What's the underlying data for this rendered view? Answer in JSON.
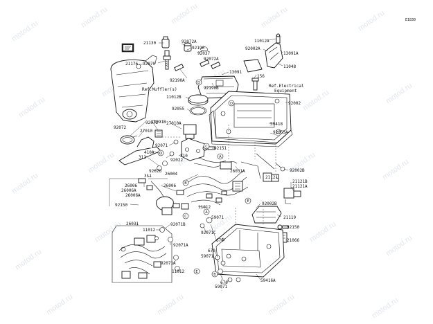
{
  "diagram": {
    "code": "E1830",
    "watermarks": [
      "motod.ru",
      "motod.ru",
      "motod.ru",
      "motod.ru",
      "motod.ru",
      "motod.ru",
      "motod.ru",
      "motod.ru",
      "motod.ru",
      "motod.ru",
      "motod.ru",
      "motod.ru",
      "motod.ru",
      "motod.ru",
      "motod.ru",
      "motod.ru",
      "motod.ru",
      "motod.ru",
      "motod.ru",
      "motod.ru",
      "motod.ru",
      "motod.ru",
      "motod.ru",
      "motod.ru"
    ],
    "refs": {
      "muffler": "Ref.Muffler(s)",
      "electrical_1": "Ref.Electrical",
      "electrical_2": "Equipment"
    },
    "labels": {
      "p21130": "21130",
      "p92072A_a": "92072A",
      "p92190": "92190",
      "p92037": "92037",
      "p92072A_b": "92072A",
      "p92070": "92070",
      "p21176": "21176",
      "p92190A": "92190A",
      "p92190B": "92190B",
      "p13091": "13091",
      "p11012A": "11012A",
      "p92002A": "92002A",
      "p13091A": "13091A",
      "p11048": "11048",
      "p156": "156",
      "p11012B": "11012B",
      "p92055": "92055",
      "p92002": "92002",
      "p92072": "92072",
      "p27010": "27010",
      "p13091B": "13091B",
      "p27010A": "27010A",
      "p92071": "92071",
      "p59418": "59418",
      "p92055A": "92055A",
      "p410A": "410A",
      "p311": "311",
      "p92022": "92022",
      "p410": "410",
      "p92151": "92151",
      "p92026": "92026",
      "p26004": "26004",
      "p26031A": "26031A",
      "p92002B_a": "92002B",
      "p311b": "311",
      "p26006_a": "26006",
      "p26006_b": "26006",
      "p26006A": "26006A",
      "p26006A_b": "26006A",
      "p21121": "21121",
      "p21121B": "21121B",
      "p21121A": "21121A",
      "p92150": "92150",
      "p11012_a": "11012",
      "p92002B_b": "92002B",
      "p26031": "26031",
      "p59071_a": "59071",
      "p21119": "21119",
      "p11012_b": "11012",
      "p92071B": "92071B",
      "p92071C": "92071C",
      "p92150b": "92150",
      "p670_a": "670",
      "p21066": "21066",
      "p92071A_a": "92071A",
      "p670_b": "670",
      "p59071_b": "59071",
      "p92071A_b": "92071A",
      "p11012_c": "11012",
      "p670_c": "670",
      "p59416A": "59416A",
      "p59071_c": "59071"
    },
    "callouts": {
      "A": "A",
      "B": "B",
      "C": "C",
      "D": "D",
      "E": "E"
    }
  }
}
